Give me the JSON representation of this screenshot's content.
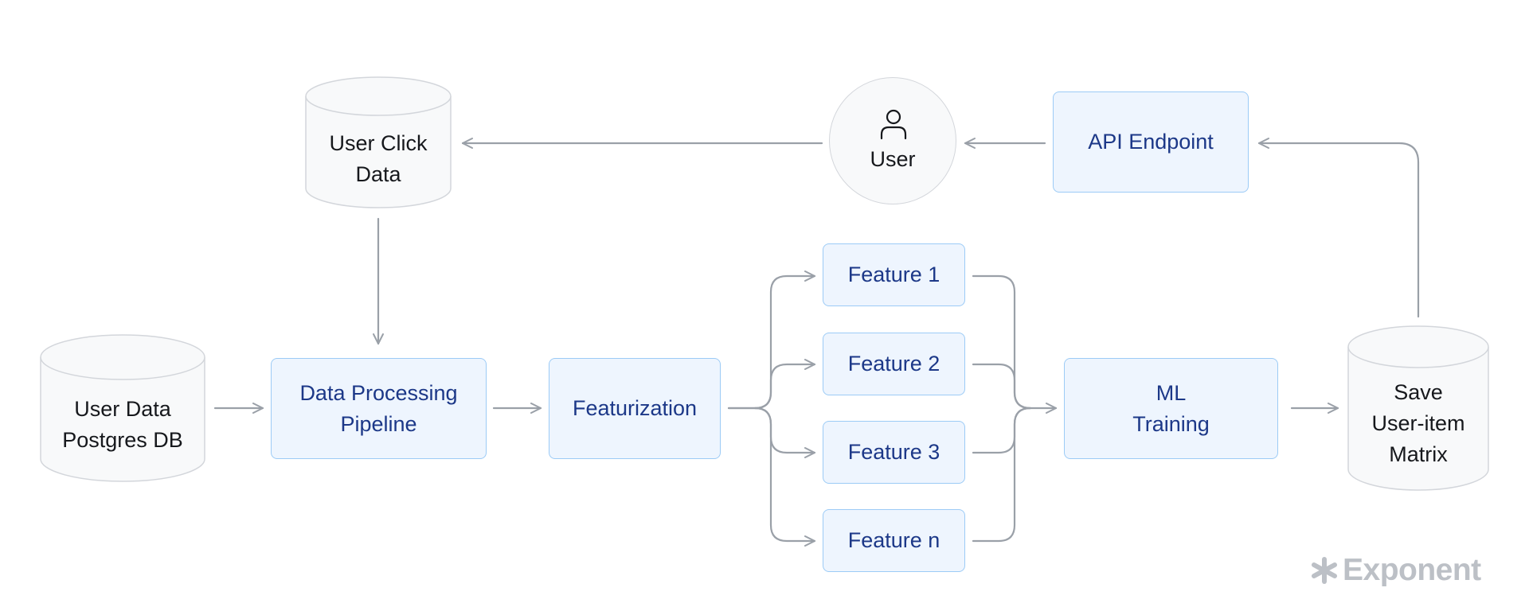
{
  "nodes": {
    "user_click_data": {
      "label": "User Click\nData",
      "shape": "database"
    },
    "user": {
      "label": "User",
      "icon": "person-icon",
      "shape": "circle"
    },
    "api_endpoint": {
      "label": "API Endpoint",
      "shape": "box"
    },
    "user_data_postgres": {
      "label": "User Data\nPostgres DB",
      "shape": "database"
    },
    "data_processing_pipeline": {
      "label": "Data Processing\nPipeline",
      "shape": "box"
    },
    "featurization": {
      "label": "Featurization",
      "shape": "box"
    },
    "feature_1": {
      "label": "Feature 1",
      "shape": "box"
    },
    "feature_2": {
      "label": "Feature 2",
      "shape": "box"
    },
    "feature_3": {
      "label": "Feature 3",
      "shape": "box"
    },
    "feature_n": {
      "label": "Feature n",
      "shape": "box"
    },
    "ml_training": {
      "label": "ML\nTraining",
      "shape": "box"
    },
    "save_user_item_matrix": {
      "label": "Save\nUser-item\nMatrix",
      "shape": "database"
    }
  },
  "edges": [
    {
      "from": "api_endpoint",
      "to": "user"
    },
    {
      "from": "user",
      "to": "user_click_data"
    },
    {
      "from": "user_click_data",
      "to": "data_processing_pipeline"
    },
    {
      "from": "user_data_postgres",
      "to": "data_processing_pipeline"
    },
    {
      "from": "data_processing_pipeline",
      "to": "featurization"
    },
    {
      "from": "featurization",
      "to": "feature_1"
    },
    {
      "from": "featurization",
      "to": "feature_2"
    },
    {
      "from": "featurization",
      "to": "feature_3"
    },
    {
      "from": "featurization",
      "to": "feature_n"
    },
    {
      "from": "feature_1",
      "to": "ml_training"
    },
    {
      "from": "feature_2",
      "to": "ml_training"
    },
    {
      "from": "feature_3",
      "to": "ml_training"
    },
    {
      "from": "feature_n",
      "to": "ml_training"
    },
    {
      "from": "ml_training",
      "to": "save_user_item_matrix"
    },
    {
      "from": "save_user_item_matrix",
      "to": "api_endpoint"
    }
  ],
  "brand": {
    "name": "Exponent",
    "icon": "star-icon"
  },
  "colors": {
    "box_fill": "#eef5fe",
    "box_border": "#9ccbf6",
    "box_text": "#1c3888",
    "connector": "#9aa0a8",
    "cylinder_fill": "#f8f9fa",
    "cylinder_border": "#d3d6db",
    "brand": "#bcc0c6"
  }
}
